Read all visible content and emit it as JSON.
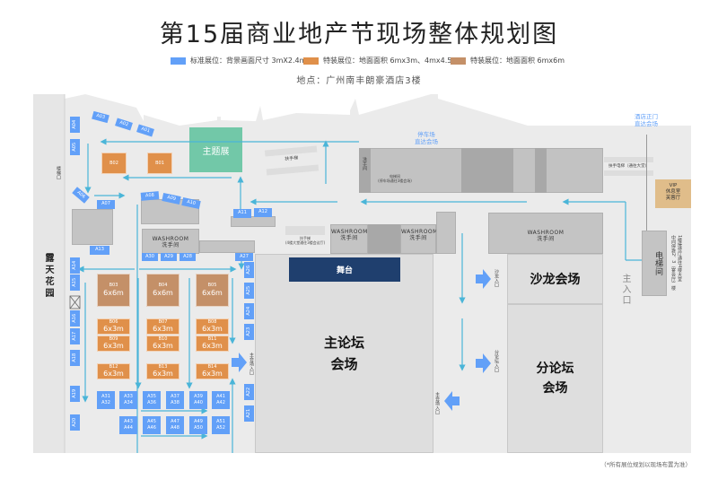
{
  "title": "第15届商业地产节现场整体规划图",
  "legend": [
    {
      "label": "标准展位：背景画面尺寸 3mX2.4m",
      "color": "#62a0f8"
    },
    {
      "label": "特装展位：地面面积 6mx3m、4mx4.5m",
      "color": "#e0904a"
    },
    {
      "label": "特装展位：地面面积 6mx6m",
      "color": "#c49068"
    }
  ],
  "location": "地点：广州南丰朗豪酒店3楼",
  "colors": {
    "standard": "#62a0f8",
    "special_small": "#e0904a",
    "special_large": "#c49068",
    "theme": "#72c8a8",
    "stage": "#1f3f6e",
    "vip": "#e0bd8a",
    "aisle": "#4ab5d8"
  },
  "standard_booths": [
    "A01",
    "A02",
    "A03",
    "A04",
    "A05",
    "A06",
    "A07",
    "A08",
    "A09",
    "A10",
    "A11",
    "A12",
    "A13",
    "A14",
    "A15",
    "A16",
    "A17",
    "A18",
    "A19",
    "A20",
    "A21",
    "A22",
    "A23",
    "A24",
    "A25",
    "A26",
    "A27",
    "A28",
    "A29",
    "A30"
  ],
  "booth_pairs": [
    [
      "A31",
      "A32"
    ],
    [
      "A33",
      "A34"
    ],
    [
      "A35",
      "A36"
    ],
    [
      "A37",
      "A38"
    ],
    [
      "A39",
      "A40"
    ],
    [
      "A41",
      "A42"
    ],
    [
      "A43",
      "A44"
    ],
    [
      "A45",
      "A46"
    ],
    [
      "A47",
      "A48"
    ],
    [
      "A49",
      "A50"
    ],
    [
      "A51",
      "A52"
    ]
  ],
  "special_booths": [
    {
      "id": "B01",
      "size": ""
    },
    {
      "id": "B02",
      "size": ""
    },
    {
      "id": "B03",
      "size": "6x6m"
    },
    {
      "id": "B04",
      "size": "6x6m"
    },
    {
      "id": "B05",
      "size": "6x6m"
    },
    {
      "id": "B06",
      "size": "6x3m"
    },
    {
      "id": "B07",
      "size": "6x3m"
    },
    {
      "id": "B08",
      "size": "6x3m"
    },
    {
      "id": "B09",
      "size": "6x3m"
    },
    {
      "id": "B10",
      "size": "6x3m"
    },
    {
      "id": "B11",
      "size": "6x3m"
    },
    {
      "id": "B12",
      "size": "6x3m"
    },
    {
      "id": "B13",
      "size": "6x3m"
    },
    {
      "id": "B14",
      "size": "6x3m"
    }
  ],
  "areas": {
    "theme": "主题展",
    "stage": "舞台",
    "main_forum": "主论坛\n会场",
    "salon": "沙龙会场",
    "sub_forum": "分论坛\n会场",
    "garden": "露天花园",
    "main_entrance": "主入口",
    "elevator": "电梯间",
    "vip": "VIP\n休息室\n芙蓉厅",
    "washroom_en": "WASHROOM",
    "washroom_cn": "洗手间",
    "parking": "停车场\n直达会场",
    "hotel_gate": "酒店正门\n直达会场",
    "escalator": "扶手梯",
    "escalator_note": "扶手梯\n(4楼大堂通往3楼会议厅)",
    "lift_note": "电梯间\n(停车场通往3楼会场)",
    "wash_small": "洗手间",
    "escalator_lobby": "扶手电梯（通往大堂）",
    "elevator_note": "1楼接待厅通往4楼大堂\n中间停靠2、3（宴会厅）楼",
    "stair_exit": "楼梯口",
    "main_forum_entry": "主会场入口",
    "salon_entry": "沙龙入口",
    "sub_forum_entry": "分论坛入口"
  },
  "footer": "（*所有展位规划以现场布置为准）"
}
